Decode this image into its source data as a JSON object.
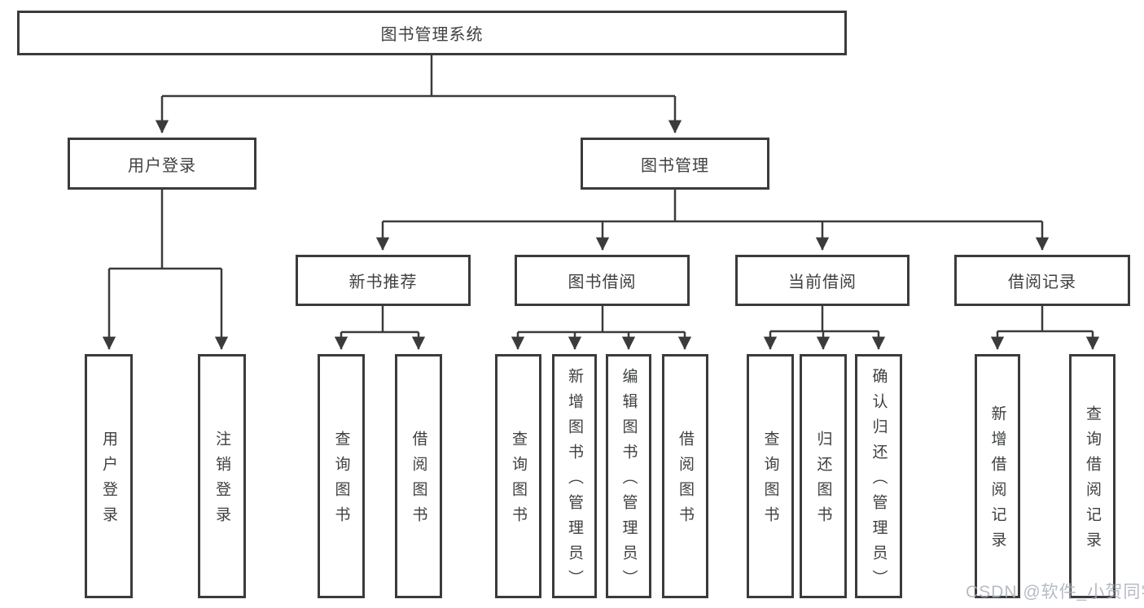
{
  "tree": {
    "label": "图书管理系统",
    "children": [
      {
        "label": "用户登录",
        "children": [
          {
            "label": "用户登录"
          },
          {
            "label": "注销登录"
          }
        ]
      },
      {
        "label": "图书管理",
        "children": [
          {
            "label": "新书推荐",
            "children": [
              {
                "label": "查询图书"
              },
              {
                "label": "借阅图书"
              }
            ]
          },
          {
            "label": "图书借阅",
            "children": [
              {
                "label": "查询图书"
              },
              {
                "label": "新增图书（管理员）"
              },
              {
                "label": "编辑图书（管理员）"
              },
              {
                "label": "借阅图书"
              }
            ]
          },
          {
            "label": "当前借阅",
            "children": [
              {
                "label": "查询图书"
              },
              {
                "label": "归还图书"
              },
              {
                "label": "确认归还（管理员）"
              }
            ]
          },
          {
            "label": "借阅记录",
            "children": [
              {
                "label": "新增借阅记录"
              },
              {
                "label": "查询借阅记录"
              }
            ]
          }
        ]
      }
    ]
  },
  "watermark": {
    "text": "CSDN @软件_小贺同学"
  },
  "colors": {
    "line": "#3b3b3c",
    "text": "#3f4042",
    "watermark": "#aab0b8",
    "background": "#ffffff"
  }
}
